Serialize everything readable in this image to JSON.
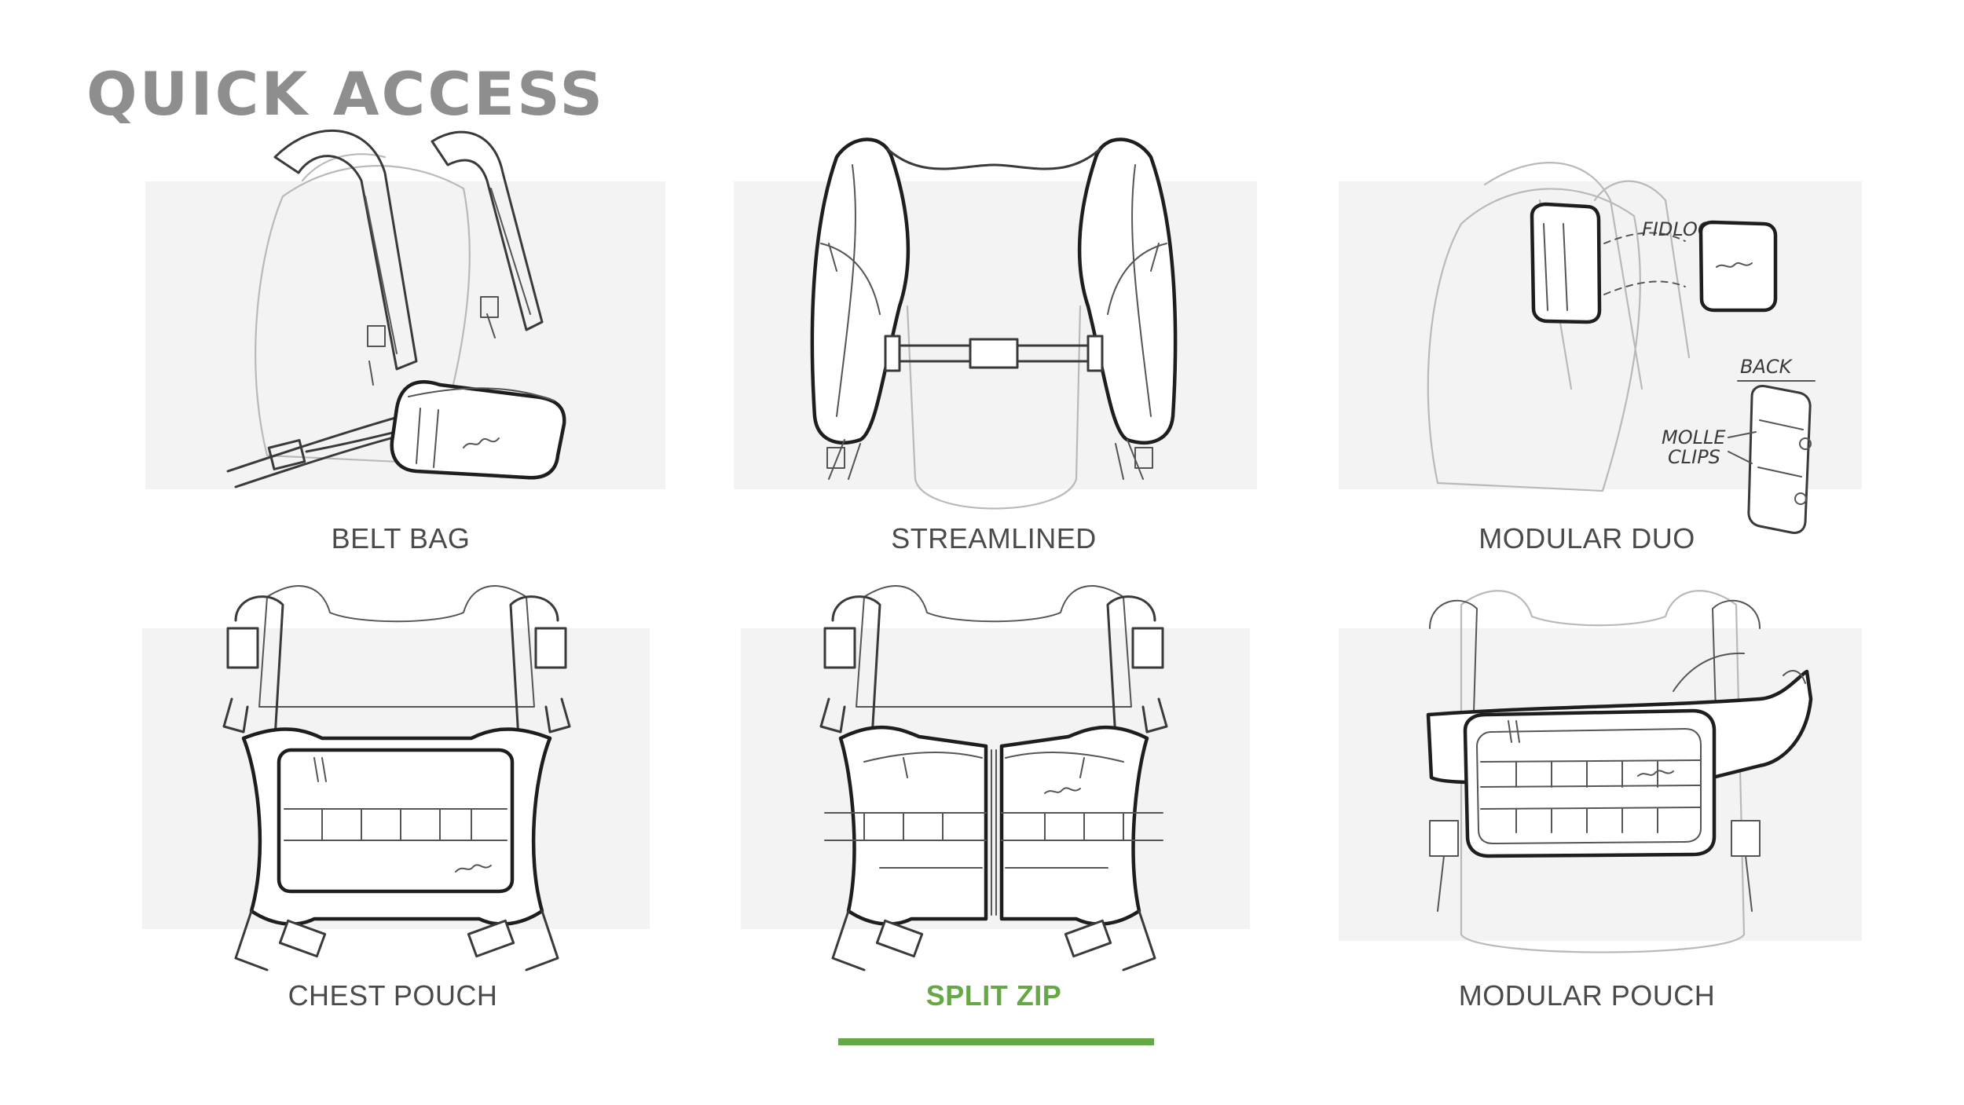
{
  "page": {
    "title": "QUICK ACCESS"
  },
  "accent_color": "#66a846",
  "options": [
    {
      "label": "BELT BAG"
    },
    {
      "label": "STREAMLINED"
    },
    {
      "label": "MODULAR DUO",
      "annotations": [
        "FIDLOCK",
        "BACK",
        "MOLLE",
        "CLIPS"
      ]
    },
    {
      "label": "CHEST POUCH"
    },
    {
      "label": "SPLIT ZIP",
      "selected": true
    },
    {
      "label": "MODULAR POUCH"
    }
  ]
}
